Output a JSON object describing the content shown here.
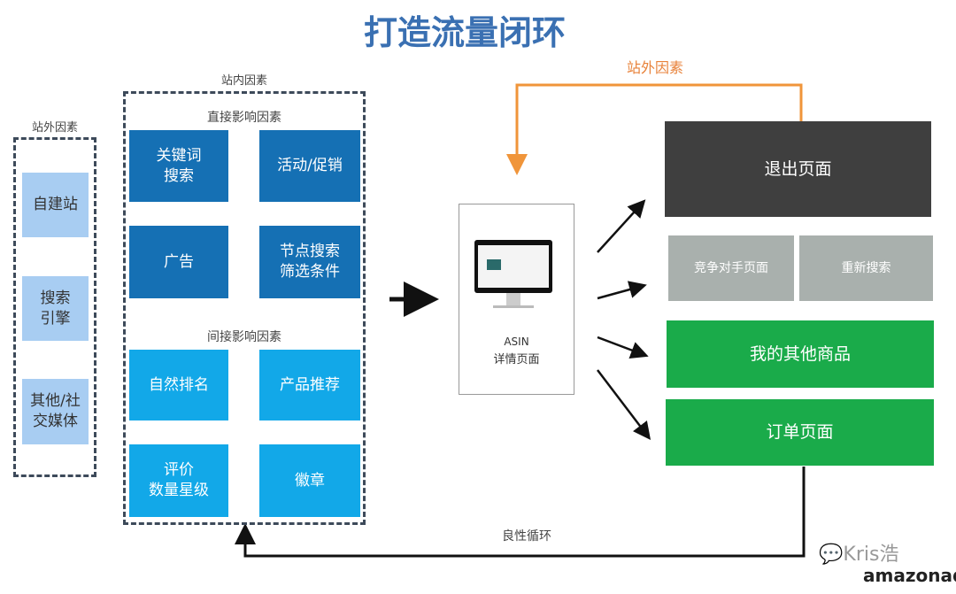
{
  "title": "打造流量闭环",
  "offsite": {
    "label": "站外因素",
    "items": [
      "自建站",
      "搜索\n引擎",
      "其他/社\n交媒体"
    ]
  },
  "onsite": {
    "label": "站内因素",
    "direct": {
      "label": "直接影响因素",
      "items": [
        "关键词\n搜索",
        "活动/促销",
        "广告",
        "节点搜索\n筛选条件"
      ]
    },
    "indirect": {
      "label": "间接影响因素",
      "items": [
        "自然排名",
        "产品推荐",
        "评价\n数量星级",
        "徽章"
      ]
    }
  },
  "asin": {
    "line1": "ASIN",
    "line2": "详情页面"
  },
  "outcomes": {
    "exit": "退出页面",
    "competitor": "竞争对手页面",
    "research": "重新搜索",
    "other_products": "我的其他商品",
    "order": "订单页面"
  },
  "loop_offsite_label": "站外因素",
  "loop_label": "良性循环",
  "watermark": {
    "author": "Kris浩",
    "brand": "amazonadv"
  },
  "colors": {
    "title": "#3a70b2",
    "offsite_item": "#a8cdf2",
    "direct": "#1570b4",
    "indirect": "#12a8e8",
    "exit": "#3f3f3f",
    "gray": "#a9b0ad",
    "green": "#1aab4a",
    "orange": "#f0953a"
  }
}
